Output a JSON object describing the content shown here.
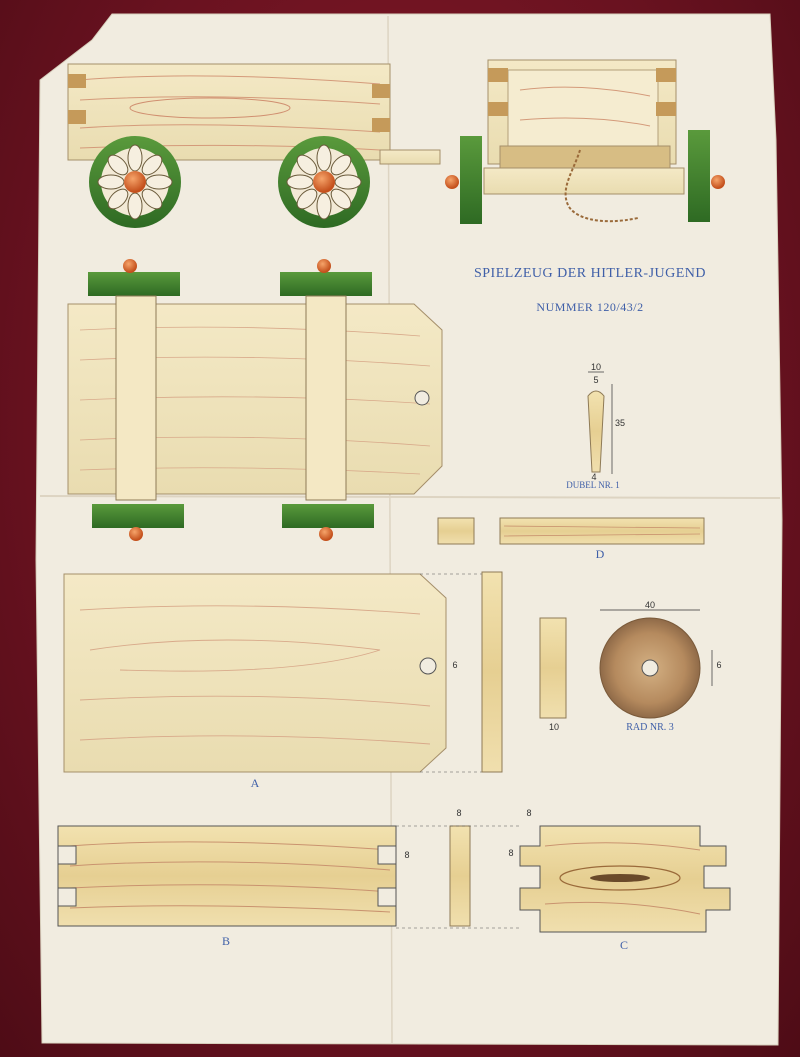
{
  "heading": {
    "title": "SPIELZEUG DER HITLER-JUGEND",
    "number": "NUMMER 120/43/2"
  },
  "parts": {
    "a": "A",
    "b": "B",
    "c": "C",
    "d": "D",
    "dowel": "DUBEL NR. 1",
    "wheel": "RAD NR. 3"
  },
  "dimensions": {
    "dowel_top": "10",
    "dowel_head": "5",
    "dowel_length": "35",
    "dowel_bottom": "4",
    "wheel_diameter": "40",
    "wheel_hole": "6",
    "wheel_thickness": "10",
    "part_a_hole": "6",
    "part_b_height": "8",
    "part_b_top": "8",
    "part_c_top": "8",
    "part_c_side": "8"
  },
  "colors": {
    "ink_blue": "#3f5fa8",
    "paper": "#f1ece0",
    "wood": "#efe2b8",
    "wheel_green": "#3f7a2e",
    "background": "#6e1420"
  }
}
